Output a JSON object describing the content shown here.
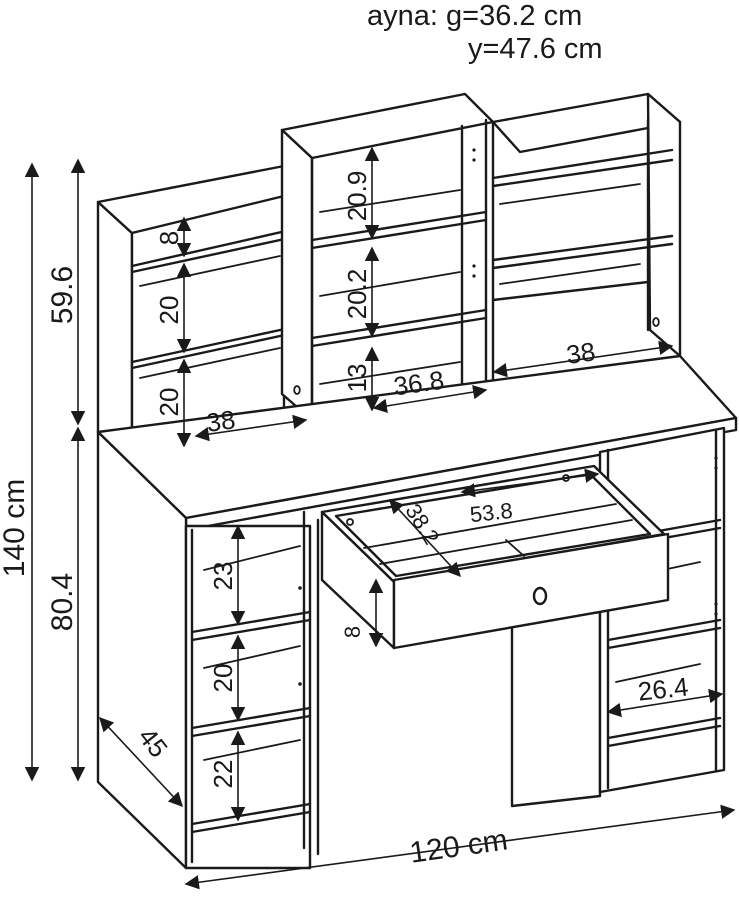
{
  "mirror_note": {
    "line1": "ayna: g=36.2 cm",
    "line2": "y=47.6 cm"
  },
  "dimensions": {
    "total_height": "140 cm",
    "hutch_height": "59.6",
    "desk_height": "80.4",
    "total_width": "120 cm",
    "depth": "45",
    "left_top_shelf": "8",
    "left_mid_shelf": "20",
    "left_low_shelf": "20",
    "left_hutch_width": "38",
    "center_top_shelf": "20.9",
    "center_mid_shelf": "20.2",
    "center_low_shelf": "13",
    "center_width": "36.8",
    "right_hutch_width": "38",
    "drawer_depth": "38.2",
    "drawer_width": "53.8",
    "drawer_height": "8",
    "cabinet_top_shelf": "23",
    "cabinet_mid_shelf": "20",
    "cabinet_low_shelf": "22",
    "right_cabinet_width": "26.4"
  }
}
